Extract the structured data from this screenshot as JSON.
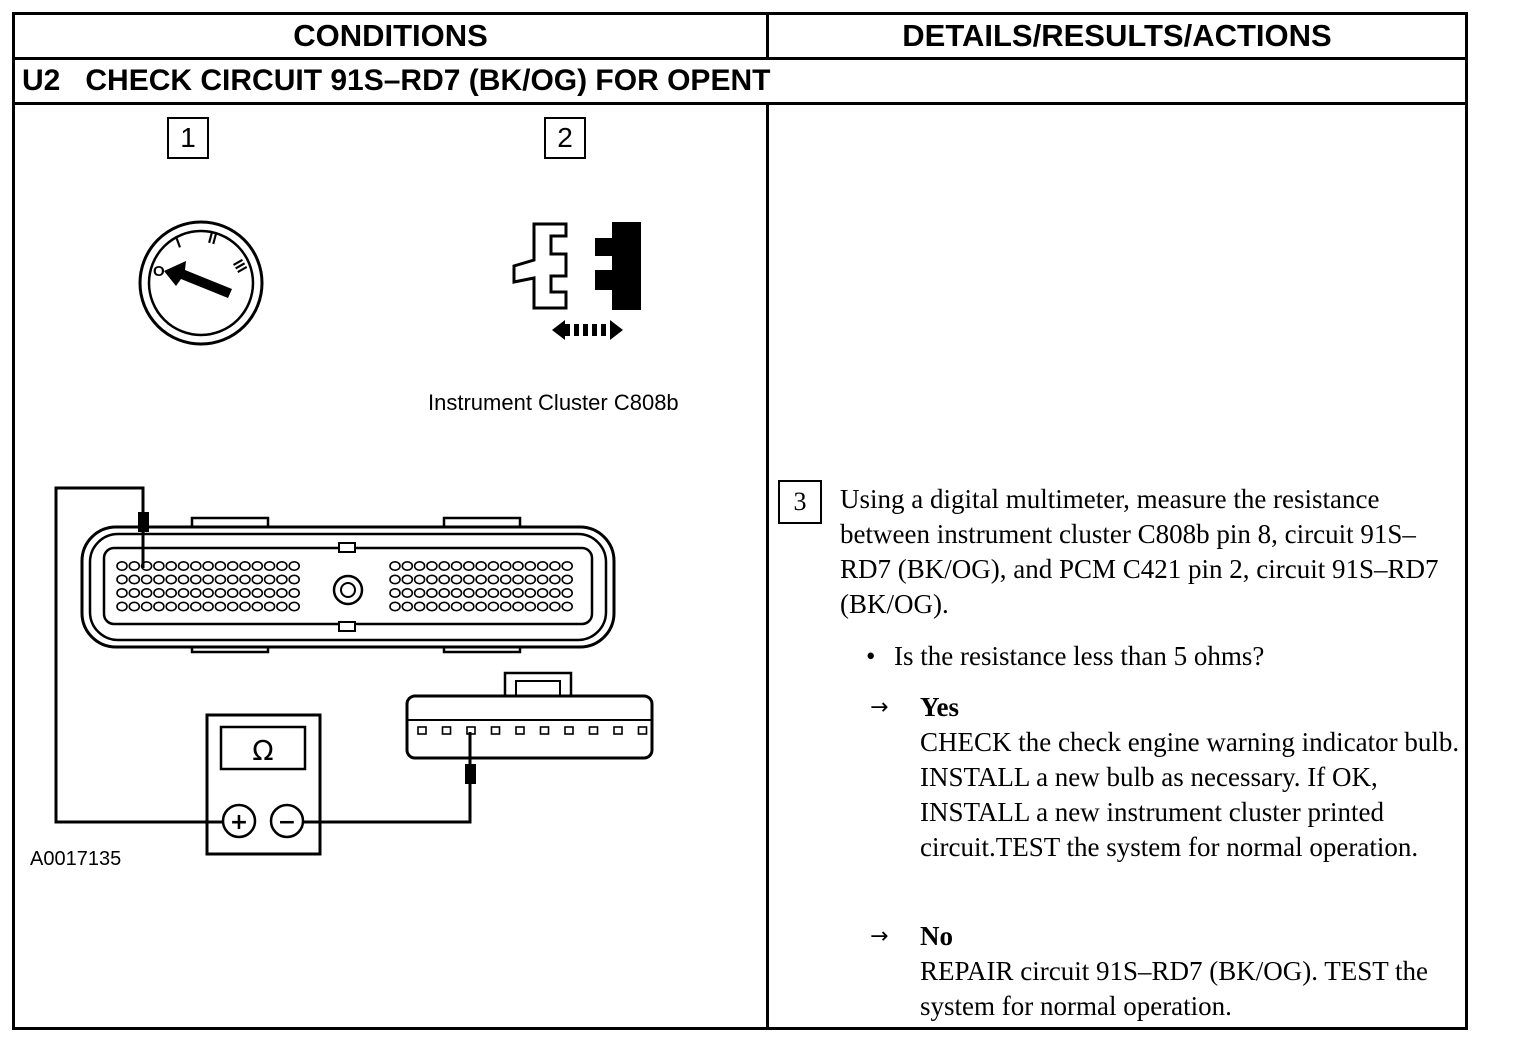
{
  "header": {
    "conditions": "CONDITIONS",
    "details": "DETAILS/RESULTS/ACTIONS"
  },
  "step": {
    "code": "U2",
    "title": "CHECK CIRCUIT 91S–RD7 (BK/OG) FOR OPENT"
  },
  "figure": {
    "callout_1": "1",
    "callout_2": "2",
    "ignition_labels": [
      "O",
      "I",
      "II",
      "III"
    ],
    "connector_caption": "Instrument Cluster C808b",
    "meter_symbol": "Ω",
    "plus": "+",
    "minus": "−",
    "figure_id": "A0017135"
  },
  "details": {
    "step_number": "3",
    "instruction": "Using a digital multimeter, measure the resistance between instrument cluster C808b pin 8, circuit 91S–RD7 (BK/OG), and PCM C421 pin 2, circuit 91S–RD7 (BK/OG).",
    "bullet": "•",
    "question": "Is the resistance less than 5 ohms?",
    "arrow": "→",
    "yes_label": "Yes",
    "yes_action": "CHECK the check engine warning indicator bulb. INSTALL a new bulb as necessary. If OK, INSTALL a new instrument cluster printed circuit.TEST the system for normal operation.",
    "no_label": "No",
    "no_action": "REPAIR circuit 91S–RD7 (BK/OG). TEST the system for normal operation."
  }
}
